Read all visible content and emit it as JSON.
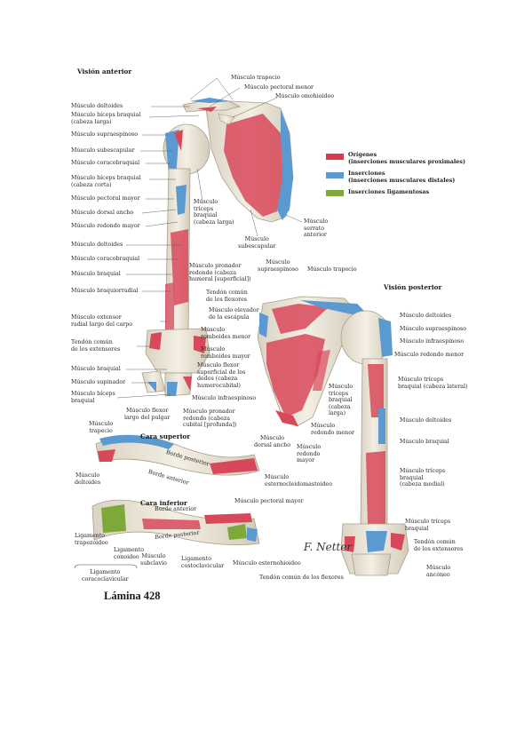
{
  "headings": {
    "anterior": "Visión anterior",
    "posterior": "Visión posterior",
    "superior": "Cara superior",
    "inferior": "Cara inferior",
    "plate": "Lámina 428"
  },
  "legend": {
    "origins": {
      "label": "Orígenes\n(inserciones musculares proximales)",
      "color": "#d83a4c"
    },
    "insertions": {
      "label": "Inserciones\n(inserciones musculares distales)",
      "color": "#5b9ad0"
    },
    "ligaments": {
      "label": "Inserciones ligamentosas",
      "color": "#7ea83a"
    }
  },
  "anterior_left": [
    "Músculo deltoides",
    "Músculo bíceps braquial\n(cabeza larga)",
    "Músculo supraespinoso",
    "Músculo subescapular",
    "Músculo coracobraquial",
    "Músculo bíceps braquial\n(cabeza corta)",
    "Músculo pectoral mayor",
    "Músculo dorsal ancho",
    "Músculo redondo mayor",
    "Músculo deltoides",
    "Músculo coracobraquial",
    "Músculo braquial",
    "Músculo braquiorradial",
    "Músculo extensor\nradial largo del carpo",
    "Tendón común\nde los extensores",
    "Músculo braquial",
    "Músculo supinador",
    "Músculo bíceps\nbraquial"
  ],
  "anterior_top": {
    "trapecio": "Músculo trapecio",
    "pectoral_menor": "Músculo pectoral menor",
    "omohioideo": "Músculo omohioideo"
  },
  "anterior_mid": {
    "triceps_larga": "Músculo\ntríceps\nbraquial\n(cabeza larga)",
    "subescapular": "Músculo\nsubescapular",
    "serrato": "Músculo\nserrato\nanterior",
    "pronador_humeral": "Músculo pronador\nredondo (cabeza\nhumeral [superficial])",
    "tendon_flexores": "Tendón común\nde los flexores",
    "flexor_superficial": "Músculo flexor\nsuperficial de los\ndedos (cabeza\nhumerocubital)",
    "flexor_pulgar": "Músculo flexor\nlargo del pulgar",
    "pronador_cubital": "Músculo pronador\nredondo (cabeza\ncubital [profunda])"
  },
  "posterior_labels": {
    "supraespinoso_top": "Músculo\nsupraespinoso",
    "trapecio": "Músculo trapecio",
    "elevador": "Músculo elevador\nde la escápula",
    "romboides_menor": "Músculo\nromboides menor",
    "romboides_mayor": "Músculo\nromboides mayor",
    "infraespinoso_scap": "Músculo infraespinoso",
    "triceps_larga": "Músculo\ntríceps\nbraquial\n(cabeza\nlarga)",
    "redondo_menor": "Músculo\nredondo menor",
    "dorsal_ancho": "Músculo\ndorsal ancho",
    "redondo_mayor": "Músculo\nredondo\nmayor",
    "deltoides": "Músculo deltoides",
    "supraespinoso": "Músculo supraespinoso",
    "infraespinoso": "Músculo infraespinoso",
    "redondo_menor_r": "Músculo redondo menor",
    "triceps_lateral": "Músculo tríceps\nbraquial (cabeza lateral)",
    "deltoides_r": "Músculo deltoides",
    "braquial": "Músculo braquial",
    "triceps_medial": "Músculo tríceps\nbraquial\n(cabeza medial)",
    "triceps_braquial": "Músculo tríceps\nbraquial",
    "tendon_extensores": "Tendón común\nde los extensores",
    "anconeo": "Músculo\nancóneo",
    "tendon_flexores": "Tendón común de los flexores"
  },
  "clavicle_labels": {
    "trapecio": "Músculo\ntrapecio",
    "borde_posterior_top": "Borde posterior",
    "borde_anterior_top": "Borde anterior",
    "deltoides": "Músculo\ndeltoides",
    "esternocleido": "Músculo\nesternocleidomastoideo",
    "borde_anterior_bot": "Borde anterior",
    "pectoral_mayor": "Músculo pectoral mayor",
    "trapezoideo": "Ligamento\ntrapezoideo",
    "conoideo": "Ligamento\nconoideo",
    "subclavio": "Músculo\nsubclavio",
    "costoclavicular": "Ligamento\ncostoclavicular",
    "esternohioideo": "Músculo esternohioideo",
    "borde_posterior_bot": "Borde posterior",
    "coracoclavicular": "Ligamento\ncoracoclavicular"
  },
  "signature": "F. Netter"
}
